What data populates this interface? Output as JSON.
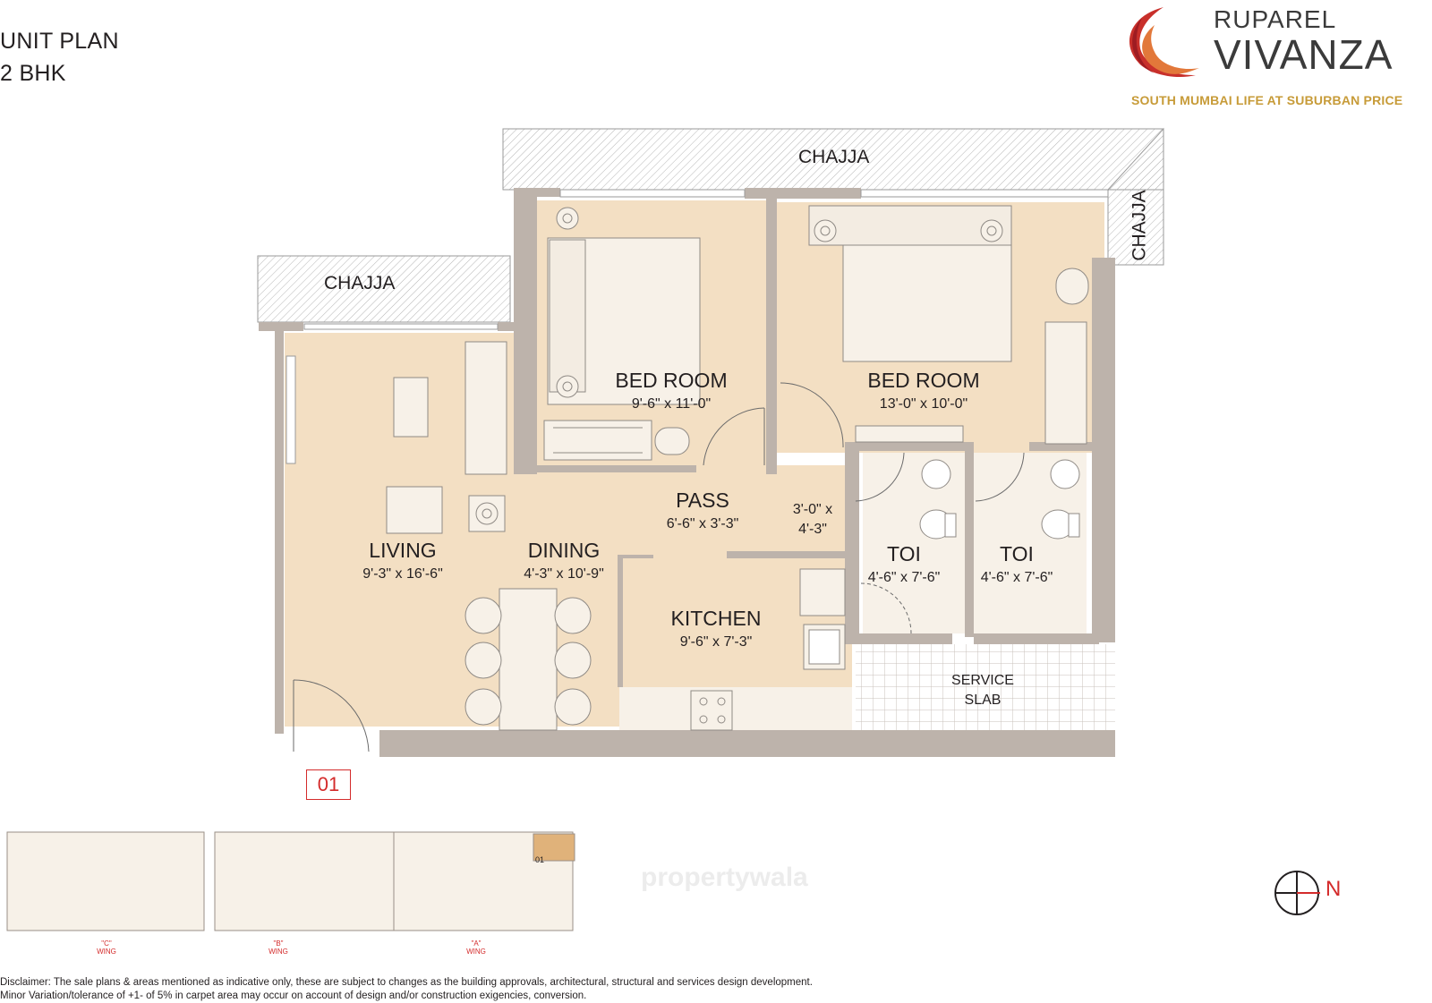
{
  "header": {
    "line1": "UNIT PLAN",
    "line2": "2 BHK"
  },
  "brand": {
    "name_line1": "RUPAREL",
    "name_line2": "VIVANZA",
    "tagline": "SOUTH MUMBAI LIFE AT SUBURBAN PRICE",
    "colors": {
      "logo_red": "#c8302b",
      "logo_orange": "#e2783a",
      "tagline_gold": "#c79b38"
    }
  },
  "rooms": {
    "bedroom1": {
      "name": "BED ROOM",
      "dim": "9'-6\" x 11'-0\""
    },
    "bedroom2": {
      "name": "BED ROOM",
      "dim": "13'-0\" x 10'-0\""
    },
    "pass": {
      "name": "PASS",
      "dim": "6'-6\" x 3'-3\""
    },
    "lobby": {
      "dim_line1": "3'-0\" x",
      "dim_line2": "4'-3\""
    },
    "living": {
      "name": "LIVING",
      "dim": "9'-3\" x 16'-6\""
    },
    "dining": {
      "name": "DINING",
      "dim": "4'-3\" x 10'-9\""
    },
    "toi1": {
      "name": "TOI",
      "dim": "4'-6\" x 7'-6\""
    },
    "toi2": {
      "name": "TOI",
      "dim": "4'-6\" x 7'-6\""
    },
    "kitchen": {
      "name": "KITCHEN",
      "dim": "9'-6\" x 7'-3\""
    }
  },
  "labels": {
    "chajja_top": "CHAJJA",
    "chajja_left": "CHAJJA",
    "chajja_right": "CHAJJA",
    "service_slab_line1": "SERVICE",
    "service_slab_line2": "SLAB"
  },
  "unit_number": "01",
  "key_plan": {
    "wings": [
      {
        "wing": "\"C\"",
        "label": "WING"
      },
      {
        "wing": "\"B\"",
        "label": "WING"
      },
      {
        "wing": "\"A\"",
        "label": "WING"
      }
    ],
    "highlighted_unit": "01",
    "watermark": "propertywala"
  },
  "compass": {
    "north": "N"
  },
  "disclaimer": {
    "line1": "Disclaimer: The sale plans & areas mentioned as indicative only, these are subject to changes as the building approvals, architectural, structural and services design development.",
    "line2": "Minor Variation/tolerance of +1- of 5% in carpet area may occur on account of design and/or construction exigencies, conversion."
  },
  "colors": {
    "floor": "#f3dfc3",
    "wall": "#bdb3ab",
    "furniture": "#f7f1e8",
    "accent_red": "#d42b2b"
  }
}
